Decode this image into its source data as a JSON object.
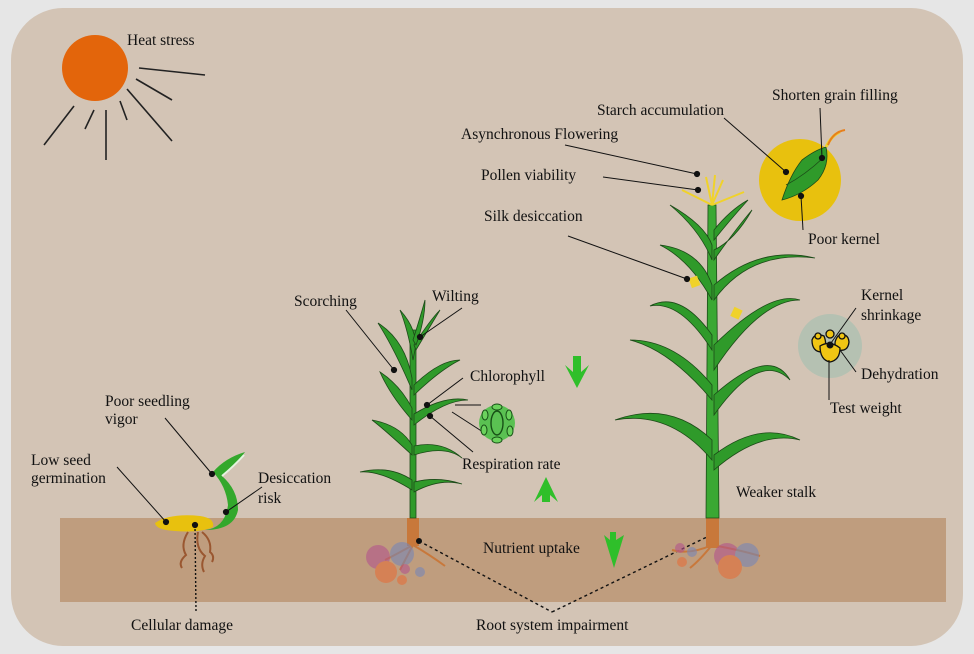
{
  "diagram": {
    "title_effect": "Heat stress",
    "colors": {
      "background": "#d3c4b5",
      "soil": "#bf9d7e",
      "sun": "#e3650b",
      "leaf": "#2f9a2a",
      "tassel": "#f0d22a",
      "arrow_green": "#2fbf2a"
    },
    "stages": {
      "seedling": {
        "labels": {
          "poor_seedling_vigor": [
            "Poor seedling",
            "vigor"
          ],
          "low_seed_germination": [
            "Low seed",
            "germination"
          ],
          "desiccation_risk": [
            "Desiccation",
            "risk"
          ],
          "cellular_damage": "Cellular damage"
        }
      },
      "vegetative": {
        "labels": {
          "scorching": "Scorching",
          "wilting": "Wilting",
          "chlorophyll": "Chlorophyll",
          "respiration_rate": "Respiration rate",
          "nutrient_uptake": "Nutrient uptake"
        },
        "trends": {
          "chlorophyll": "down",
          "respiration_rate": "up",
          "nutrient_uptake": "down"
        }
      },
      "reproductive": {
        "labels": {
          "starch_accumulation": "Starch accumulation",
          "shorten_grain_filling": "Shorten grain filling",
          "asynchronous_flowering": "Asynchronous Flowering",
          "pollen_viability": "Pollen viability",
          "silk_desiccation": "Silk desiccation",
          "poor_kernel": "Poor kernel",
          "kernel_shrinkage": [
            "Kernel",
            "shrinkage"
          ],
          "dehydration": "Dehydration",
          "test_weight": "Test weight",
          "weaker_stalk": "Weaker stalk"
        }
      }
    },
    "shared": {
      "root_system_impairment": "Root system impairment"
    },
    "icons": [
      "sun-icon",
      "arrow-down-icon",
      "arrow-up-icon",
      "chloroplast-cell-icon",
      "corn-ear-icon",
      "kernel-cluster-icon"
    ]
  }
}
